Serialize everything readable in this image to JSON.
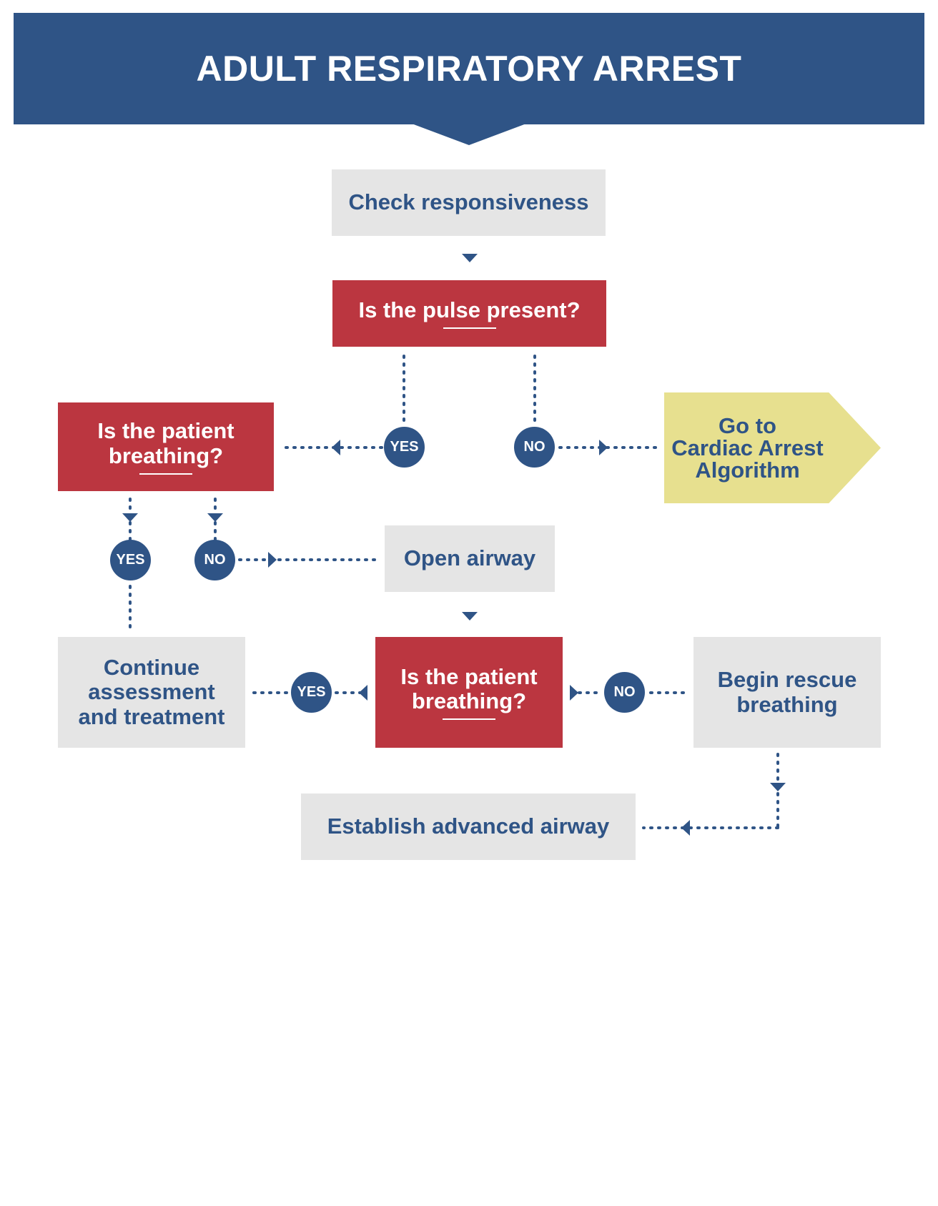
{
  "title": "ADULT RESPIRATORY ARREST",
  "nodes": {
    "check_responsiveness": "Check responsiveness",
    "pulse_question": "Is the pulse present?",
    "breathing_question_1": [
      "Is the patient",
      "breathing?"
    ],
    "cardiac_arrest": [
      "Go to",
      "Cardiac Arrest",
      "Algorithm"
    ],
    "open_airway": "Open airway",
    "breathing_question_2": [
      "Is the patient",
      "breathing?"
    ],
    "continue_assessment": [
      "Continue",
      "assessment",
      "and treatment"
    ],
    "rescue_breathing": [
      "Begin rescue",
      "breathing"
    ],
    "advanced_airway": "Establish advanced airway"
  },
  "labels": {
    "yes": "YES",
    "no": "NO"
  },
  "colors": {
    "header_blue": "#2f5486",
    "decision_red": "#bb3640",
    "action_grey": "#e5e5e5",
    "referral_yellow": "#e7e08f"
  }
}
